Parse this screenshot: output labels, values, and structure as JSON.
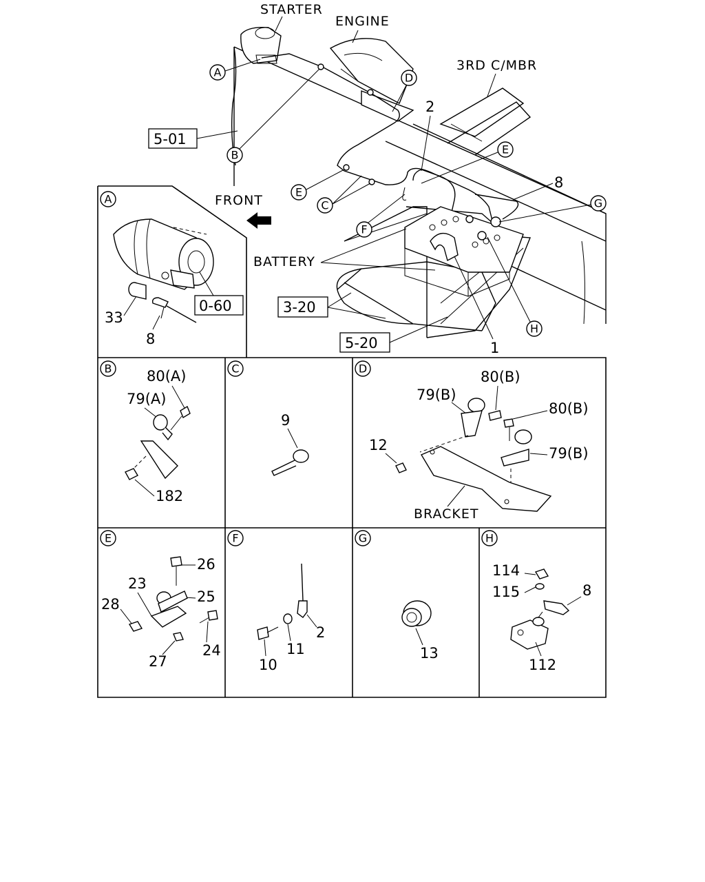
{
  "main": {
    "starter": "STARTER",
    "engine": "ENGINE",
    "third_member": "3RD C/MBR",
    "front": "FRONT",
    "battery": "BATTERY",
    "ref_5_01": "5-01",
    "ref_3_20": "3-20",
    "ref_5_20": "5-20",
    "part_2": "2",
    "part_8": "8",
    "part_1": "1",
    "callouts": {
      "A": "A",
      "B": "B",
      "C": "C",
      "D": "D",
      "E": "E",
      "F": "F",
      "G": "G",
      "H": "H"
    }
  },
  "panels": {
    "A": {
      "letter": "A",
      "ref": "0-60",
      "p33": "33",
      "p8": "8"
    },
    "B": {
      "letter": "B",
      "p80a": "80(A)",
      "p79a": "79(A)",
      "p182": "182"
    },
    "C": {
      "letter": "C",
      "p9": "9"
    },
    "D": {
      "letter": "D",
      "p80b_1": "80(B)",
      "p79b_1": "79(B)",
      "p80b_2": "80(B)",
      "p12": "12",
      "p79b_2": "79(B)",
      "bracket": "BRACKET"
    },
    "E": {
      "letter": "E",
      "p26": "26",
      "p23": "23",
      "p25": "25",
      "p28": "28",
      "p24": "24",
      "p27": "27"
    },
    "F": {
      "letter": "F",
      "p2": "2",
      "p10": "10",
      "p11": "11"
    },
    "G": {
      "letter": "G",
      "p13": "13"
    },
    "H": {
      "letter": "H",
      "p114": "114",
      "p115": "115",
      "p8": "8",
      "p112": "112"
    }
  }
}
